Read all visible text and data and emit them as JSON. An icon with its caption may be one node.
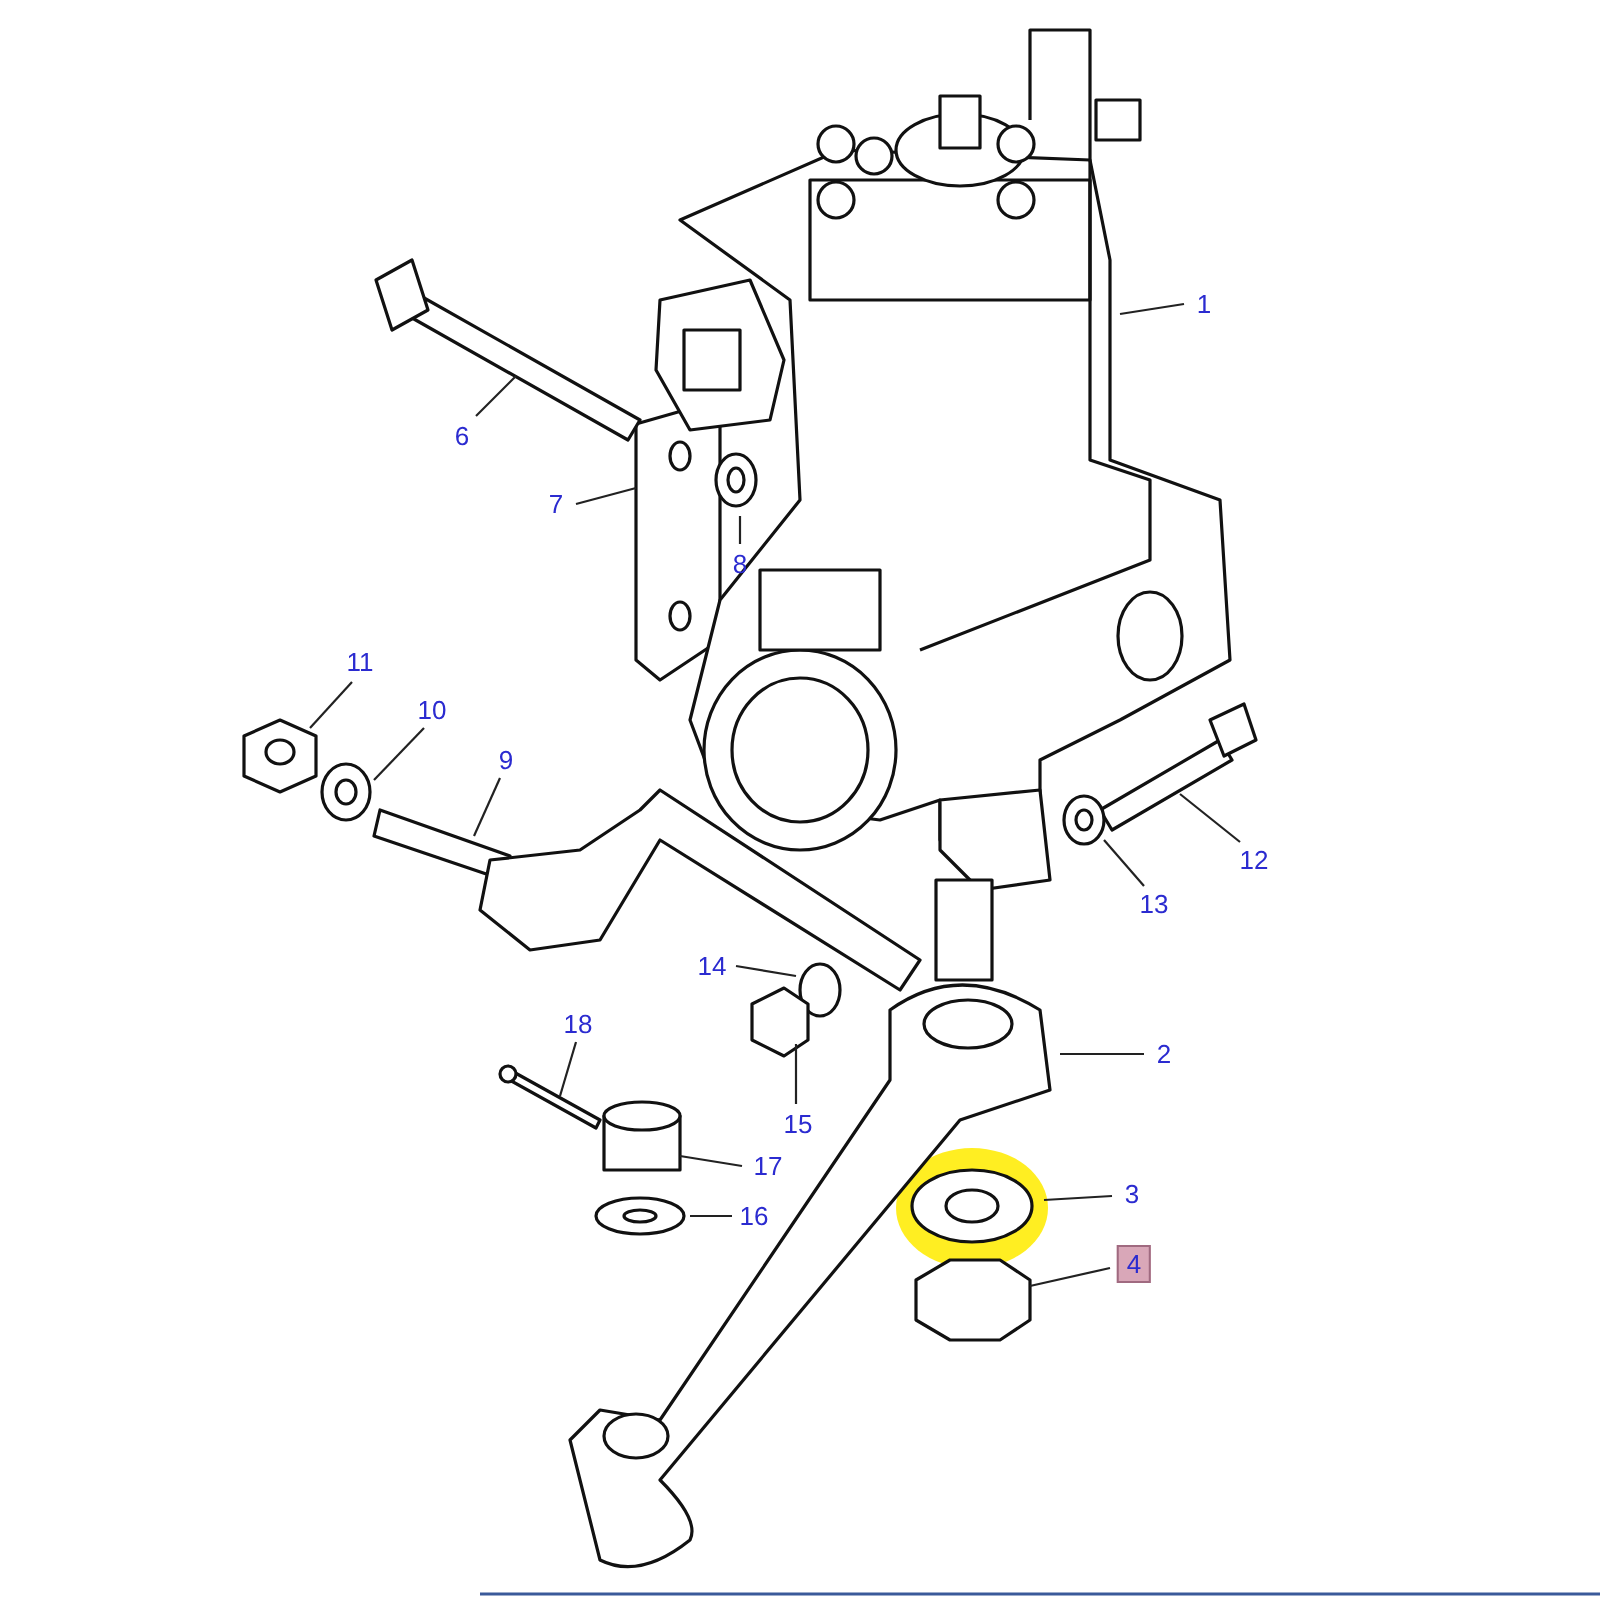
{
  "diagram": {
    "nodes": [
      {
        "text": [
          "1"
        ]
      },
      {
        "text": [
          "6"
        ]
      },
      {
        "text": [
          "7"
        ]
      },
      {
        "text": [
          "8"
        ]
      },
      {
        "text": [
          "11"
        ]
      },
      {
        "text": [
          "10"
        ]
      },
      {
        "text": [
          "9"
        ]
      },
      {
        "text": [
          "12"
        ]
      },
      {
        "text": [
          "13"
        ]
      },
      {
        "text": [
          "14"
        ]
      },
      {
        "text": [
          "18"
        ]
      },
      {
        "text": [
          "2"
        ]
      },
      {
        "text": [
          "15"
        ]
      },
      {
        "text": [
          "17"
        ]
      },
      {
        "text": [
          "3"
        ]
      },
      {
        "text": [
          "16"
        ]
      },
      {
        "text": [
          "4"
        ]
      }
    ],
    "edges": [
      {
        "from": 0,
        "to": null,
        "arrow": "none"
      },
      {
        "from": 1,
        "to": null,
        "arrow": "none"
      },
      {
        "from": 2,
        "to": null,
        "arrow": "none"
      },
      {
        "from": 3,
        "to": null,
        "arrow": "none"
      },
      {
        "from": 4,
        "to": null,
        "arrow": "none"
      },
      {
        "from": 5,
        "to": null,
        "arrow": "none"
      },
      {
        "from": 6,
        "to": null,
        "arrow": "none"
      },
      {
        "from": 7,
        "to": null,
        "arrow": "none"
      },
      {
        "from": 8,
        "to": null,
        "arrow": "none"
      },
      {
        "from": 9,
        "to": null,
        "arrow": "none"
      },
      {
        "from": 10,
        "to": null,
        "arrow": "none"
      },
      {
        "from": 11,
        "to": null,
        "arrow": "none"
      },
      {
        "from": 12,
        "to": null,
        "arrow": "none"
      },
      {
        "from": 13,
        "to": null,
        "arrow": "none"
      },
      {
        "from": 14,
        "to": null,
        "arrow": "none"
      },
      {
        "from": 15,
        "to": null,
        "arrow": "none"
      },
      {
        "from": 16,
        "to": null,
        "arrow": "none"
      }
    ]
  }
}
